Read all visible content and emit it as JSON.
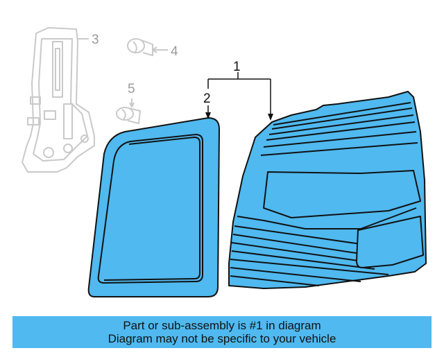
{
  "callouts": {
    "part_1": "1",
    "part_2": "2",
    "part_3": "3",
    "part_4": "4",
    "part_5": "5"
  },
  "banner": {
    "line_1": "Part or sub-assembly is #1 in diagram",
    "line_2": "Diagram may not be specific to your vehicle"
  },
  "colors": {
    "part_fill": "#4fb9f0",
    "banner_fill": "#4fb9f0",
    "outline": "#111111",
    "faded_outline": "#c9c9c9"
  }
}
